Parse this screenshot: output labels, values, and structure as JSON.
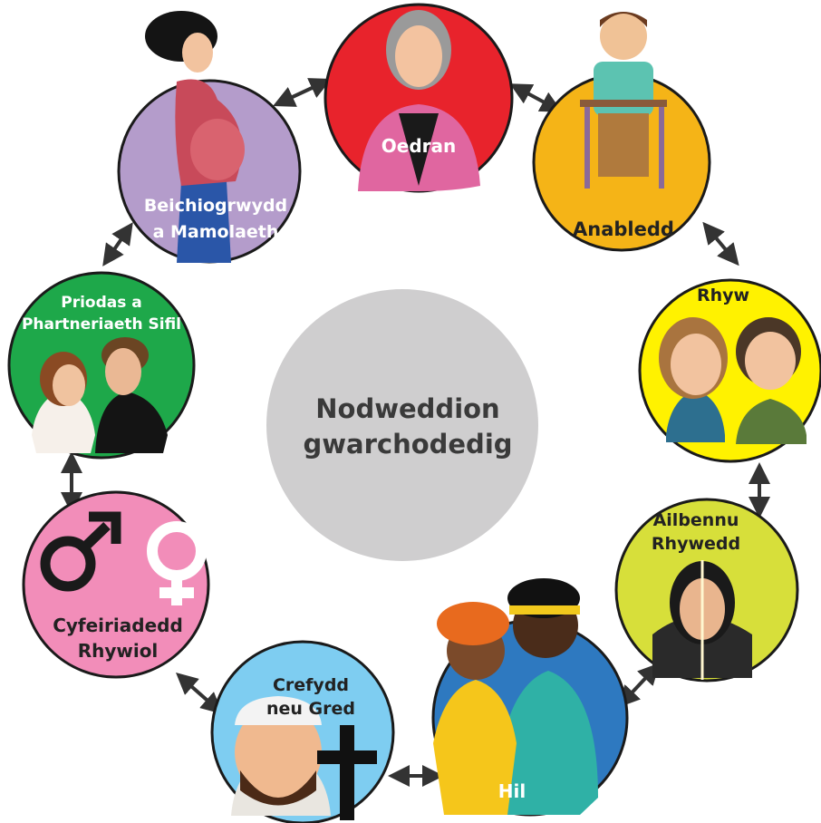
{
  "center": {
    "line1": "Nodweddion",
    "line2": "gwarchodedig",
    "color": "#cfcecf"
  },
  "nodes": {
    "age": {
      "label1": "Oedran",
      "color": "#e8232c"
    },
    "disability": {
      "label1": "Anabledd",
      "color": "#f5b417"
    },
    "sex": {
      "label1": "Rhyw",
      "color": "#fff200"
    },
    "gender": {
      "label1": "Ailbennu",
      "label2": "Rhywedd",
      "color": "#d7df3a"
    },
    "race": {
      "label1": "Hil",
      "color": "#2e79c0"
    },
    "religion": {
      "label1": "Crefydd",
      "label2": "neu Gred",
      "color": "#7ecdf1"
    },
    "orientation": {
      "label1": "Cyfeiriadedd",
      "label2": "Rhywiol",
      "color": "#f28db9"
    },
    "marriage": {
      "label1": "Priodas a",
      "label2": "Phartneriaeth Sifil",
      "color": "#1ea84a"
    },
    "pregnancy": {
      "label1": "Beichiogrwydd",
      "label2": "a Mamolaeth",
      "color": "#b49ccb"
    }
  },
  "arrow_color": "#333333"
}
